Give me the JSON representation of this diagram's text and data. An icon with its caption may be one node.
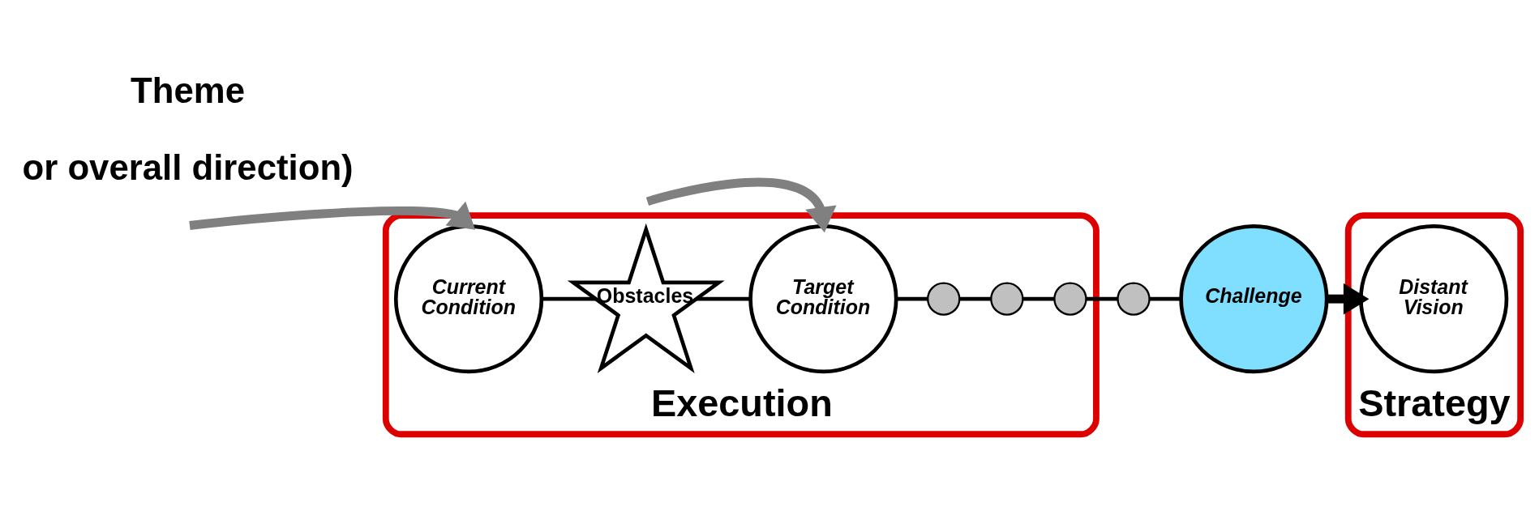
{
  "diagram": {
    "nodes": [
      {
        "text": [
          "Execution"
        ]
      },
      {
        "text": [
          "Strategy"
        ]
      },
      {
        "text": [
          "Current Condition"
        ],
        "in": 0
      },
      {
        "text": [
          "Obstacles"
        ],
        "in": 0
      },
      {
        "text": [
          "Target Condition"
        ],
        "in": 0
      },
      {
        "text": [],
        "shape": "circle",
        "in": 0
      },
      {
        "text": [],
        "shape": "circle",
        "in": 0
      },
      {
        "text": [],
        "shape": "circle",
        "in": 0
      },
      {
        "text": [],
        "shape": "circle"
      },
      {
        "text": [
          "Challenge"
        ]
      },
      {
        "text": [
          "Distant Vision"
        ],
        "in": 1
      }
    ],
    "edges": [
      {
        "from": null,
        "to": 2,
        "arrow": "to",
        "style": "thick",
        "color": "#808080"
      },
      {
        "from": null,
        "to": 4,
        "arrow": "to",
        "style": "thick",
        "color": "#808080"
      },
      {
        "from": 2,
        "to": 3,
        "arrow": "none"
      },
      {
        "from": 3,
        "to": 4,
        "arrow": "none"
      },
      {
        "from": 4,
        "to": 5,
        "arrow": "none"
      },
      {
        "from": 5,
        "to": 6,
        "arrow": "none"
      },
      {
        "from": 6,
        "to": 7,
        "arrow": "none"
      },
      {
        "from": 7,
        "to": 8,
        "arrow": "none"
      },
      {
        "from": 8,
        "to": 9,
        "arrow": "none"
      },
      {
        "from": 9,
        "to": 10,
        "arrow": "to",
        "style": "thick"
      }
    ],
    "labels": [
      "or overall direction)",
      "Theme"
    ]
  }
}
